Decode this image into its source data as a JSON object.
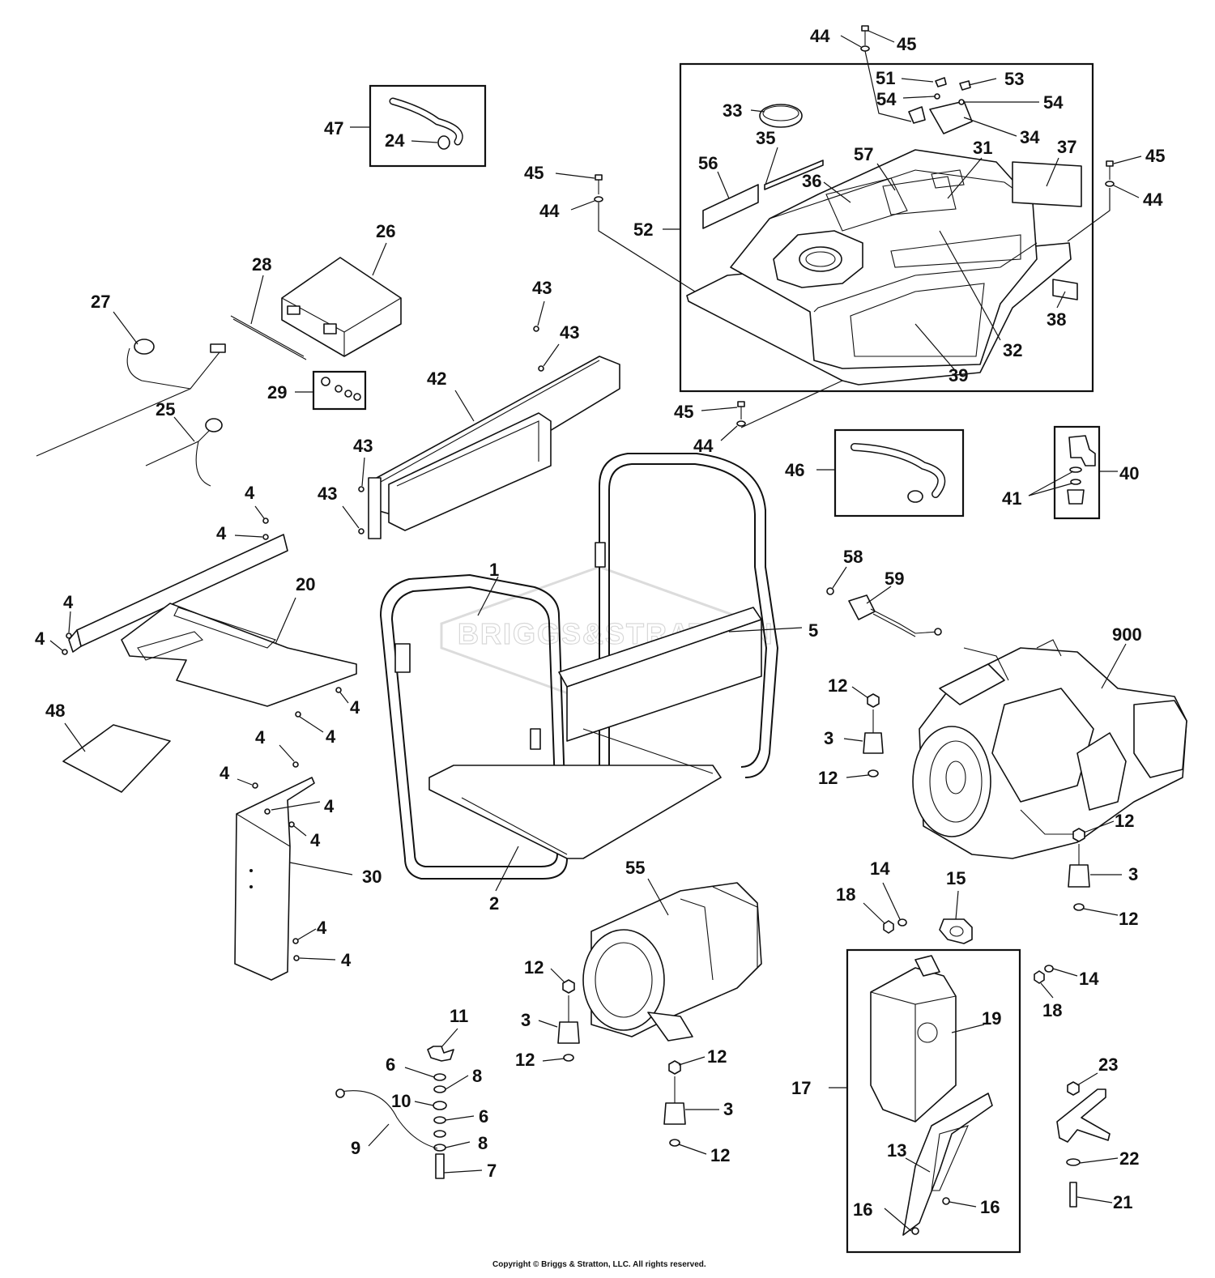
{
  "diagram": {
    "callouts": {
      "c1": "1",
      "c2": "2",
      "c3a": "3",
      "c3b": "3",
      "c3c": "3",
      "c3d": "3",
      "c4a": "4",
      "c4b": "4",
      "c4c": "4",
      "c4d": "4",
      "c4e": "4",
      "c4f": "4",
      "c4g": "4",
      "c4h": "4",
      "c4i": "4",
      "c4j": "4",
      "c4k": "4",
      "c4l": "4",
      "c5": "5",
      "c6a": "6",
      "c6b": "6",
      "c7": "7",
      "c8a": "8",
      "c8b": "8",
      "c9": "9",
      "c10": "10",
      "c11": "11",
      "c12a": "12",
      "c12b": "12",
      "c12c": "12",
      "c12d": "12",
      "c12e": "12",
      "c12f": "12",
      "c12g": "12",
      "c12h": "12",
      "c13": "13",
      "c14a": "14",
      "c14b": "14",
      "c15": "15",
      "c16a": "16",
      "c16b": "16",
      "c17": "17",
      "c18a": "18",
      "c18b": "18",
      "c19": "19",
      "c20": "20",
      "c21": "21",
      "c22": "22",
      "c23": "23",
      "c24": "24",
      "c25": "25",
      "c26": "26",
      "c27": "27",
      "c28": "28",
      "c29": "29",
      "c30": "30",
      "c31": "31",
      "c32": "32",
      "c33": "33",
      "c34": "34",
      "c35": "35",
      "c36": "36",
      "c37": "37",
      "c38": "38",
      "c39": "39",
      "c40": "40",
      "c41": "41",
      "c42": "42",
      "c43a": "43",
      "c43b": "43",
      "c43c": "43",
      "c43d": "43",
      "c44a": "44",
      "c44b": "44",
      "c44c": "44",
      "c44d": "44",
      "c45a": "45",
      "c45b": "45",
      "c45c": "45",
      "c45d": "45",
      "c46": "46",
      "c47": "47",
      "c48": "48",
      "c51": "51",
      "c52": "52",
      "c53": "53",
      "c54a": "54",
      "c54b": "54",
      "c55": "55",
      "c56": "56",
      "c57": "57",
      "c58": "58",
      "c59": "59",
      "c900": "900"
    },
    "watermark": "BRIGGS&STRATTON",
    "copyright": "Copyright © Briggs & Stratton, LLC. All rights reserved."
  }
}
